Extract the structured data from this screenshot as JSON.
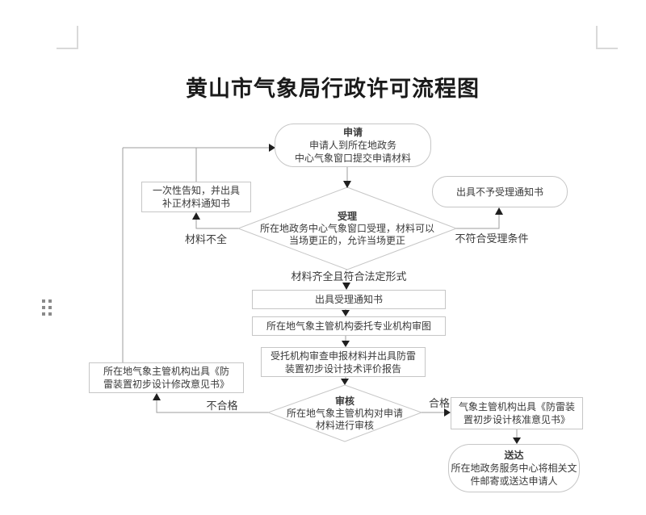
{
  "page": {
    "title": "黄山市气象局行政许可流程图"
  },
  "colors": {
    "shape_border": "#c6c6c6",
    "connector": "#9c9c9c",
    "arrow": "#1f1f1f",
    "text": "#3a3a3a",
    "title": "#1a1a1a",
    "mark": "#d9d9d9",
    "dot": "#8a8a8a"
  },
  "flowchart": {
    "nodes": {
      "apply": {
        "title": "申请",
        "line1": "申请人到所在地政务",
        "line2": "中心气象窗口提交申请材料"
      },
      "accept": {
        "title": "受理",
        "line1": "所在地政务中心气象窗口受理，材料可以",
        "line2": "当场更正的，允许当场更正"
      },
      "notice": {
        "line1": "一次性告知，并出具",
        "line2": "补正材料通知书"
      },
      "reject": {
        "label": "出具不予受理通知书"
      },
      "receipt": {
        "label": "出具受理通知书"
      },
      "delegate": {
        "label": "所在地气象主管机构委托专业机构审图"
      },
      "review": {
        "line1": "受托机构审查申报材料并出具防雷",
        "line2": "装置初步设计技术评价报告"
      },
      "audit": {
        "title": "审核",
        "line1": "所在地气象主管机构对申请",
        "line2": "材料进行审核"
      },
      "revise": {
        "line1": "所在地气象主管机构出具《防",
        "line2": "雷装置初步设计修改意见书》"
      },
      "approve": {
        "line1": "气象主管机构出具《防雷装",
        "line2": "置初步设计核准意见书》"
      },
      "deliver": {
        "title": "送达",
        "line1": "所在地政务服务中心将相关文",
        "line2": "件邮寄或送达申请人"
      }
    },
    "edge_labels": {
      "incomplete": "材料不全",
      "not_qualified": "不符合受理条件",
      "complete": "材料齐全且符合法定形式",
      "fail": "不合格",
      "pass": "合格"
    }
  }
}
